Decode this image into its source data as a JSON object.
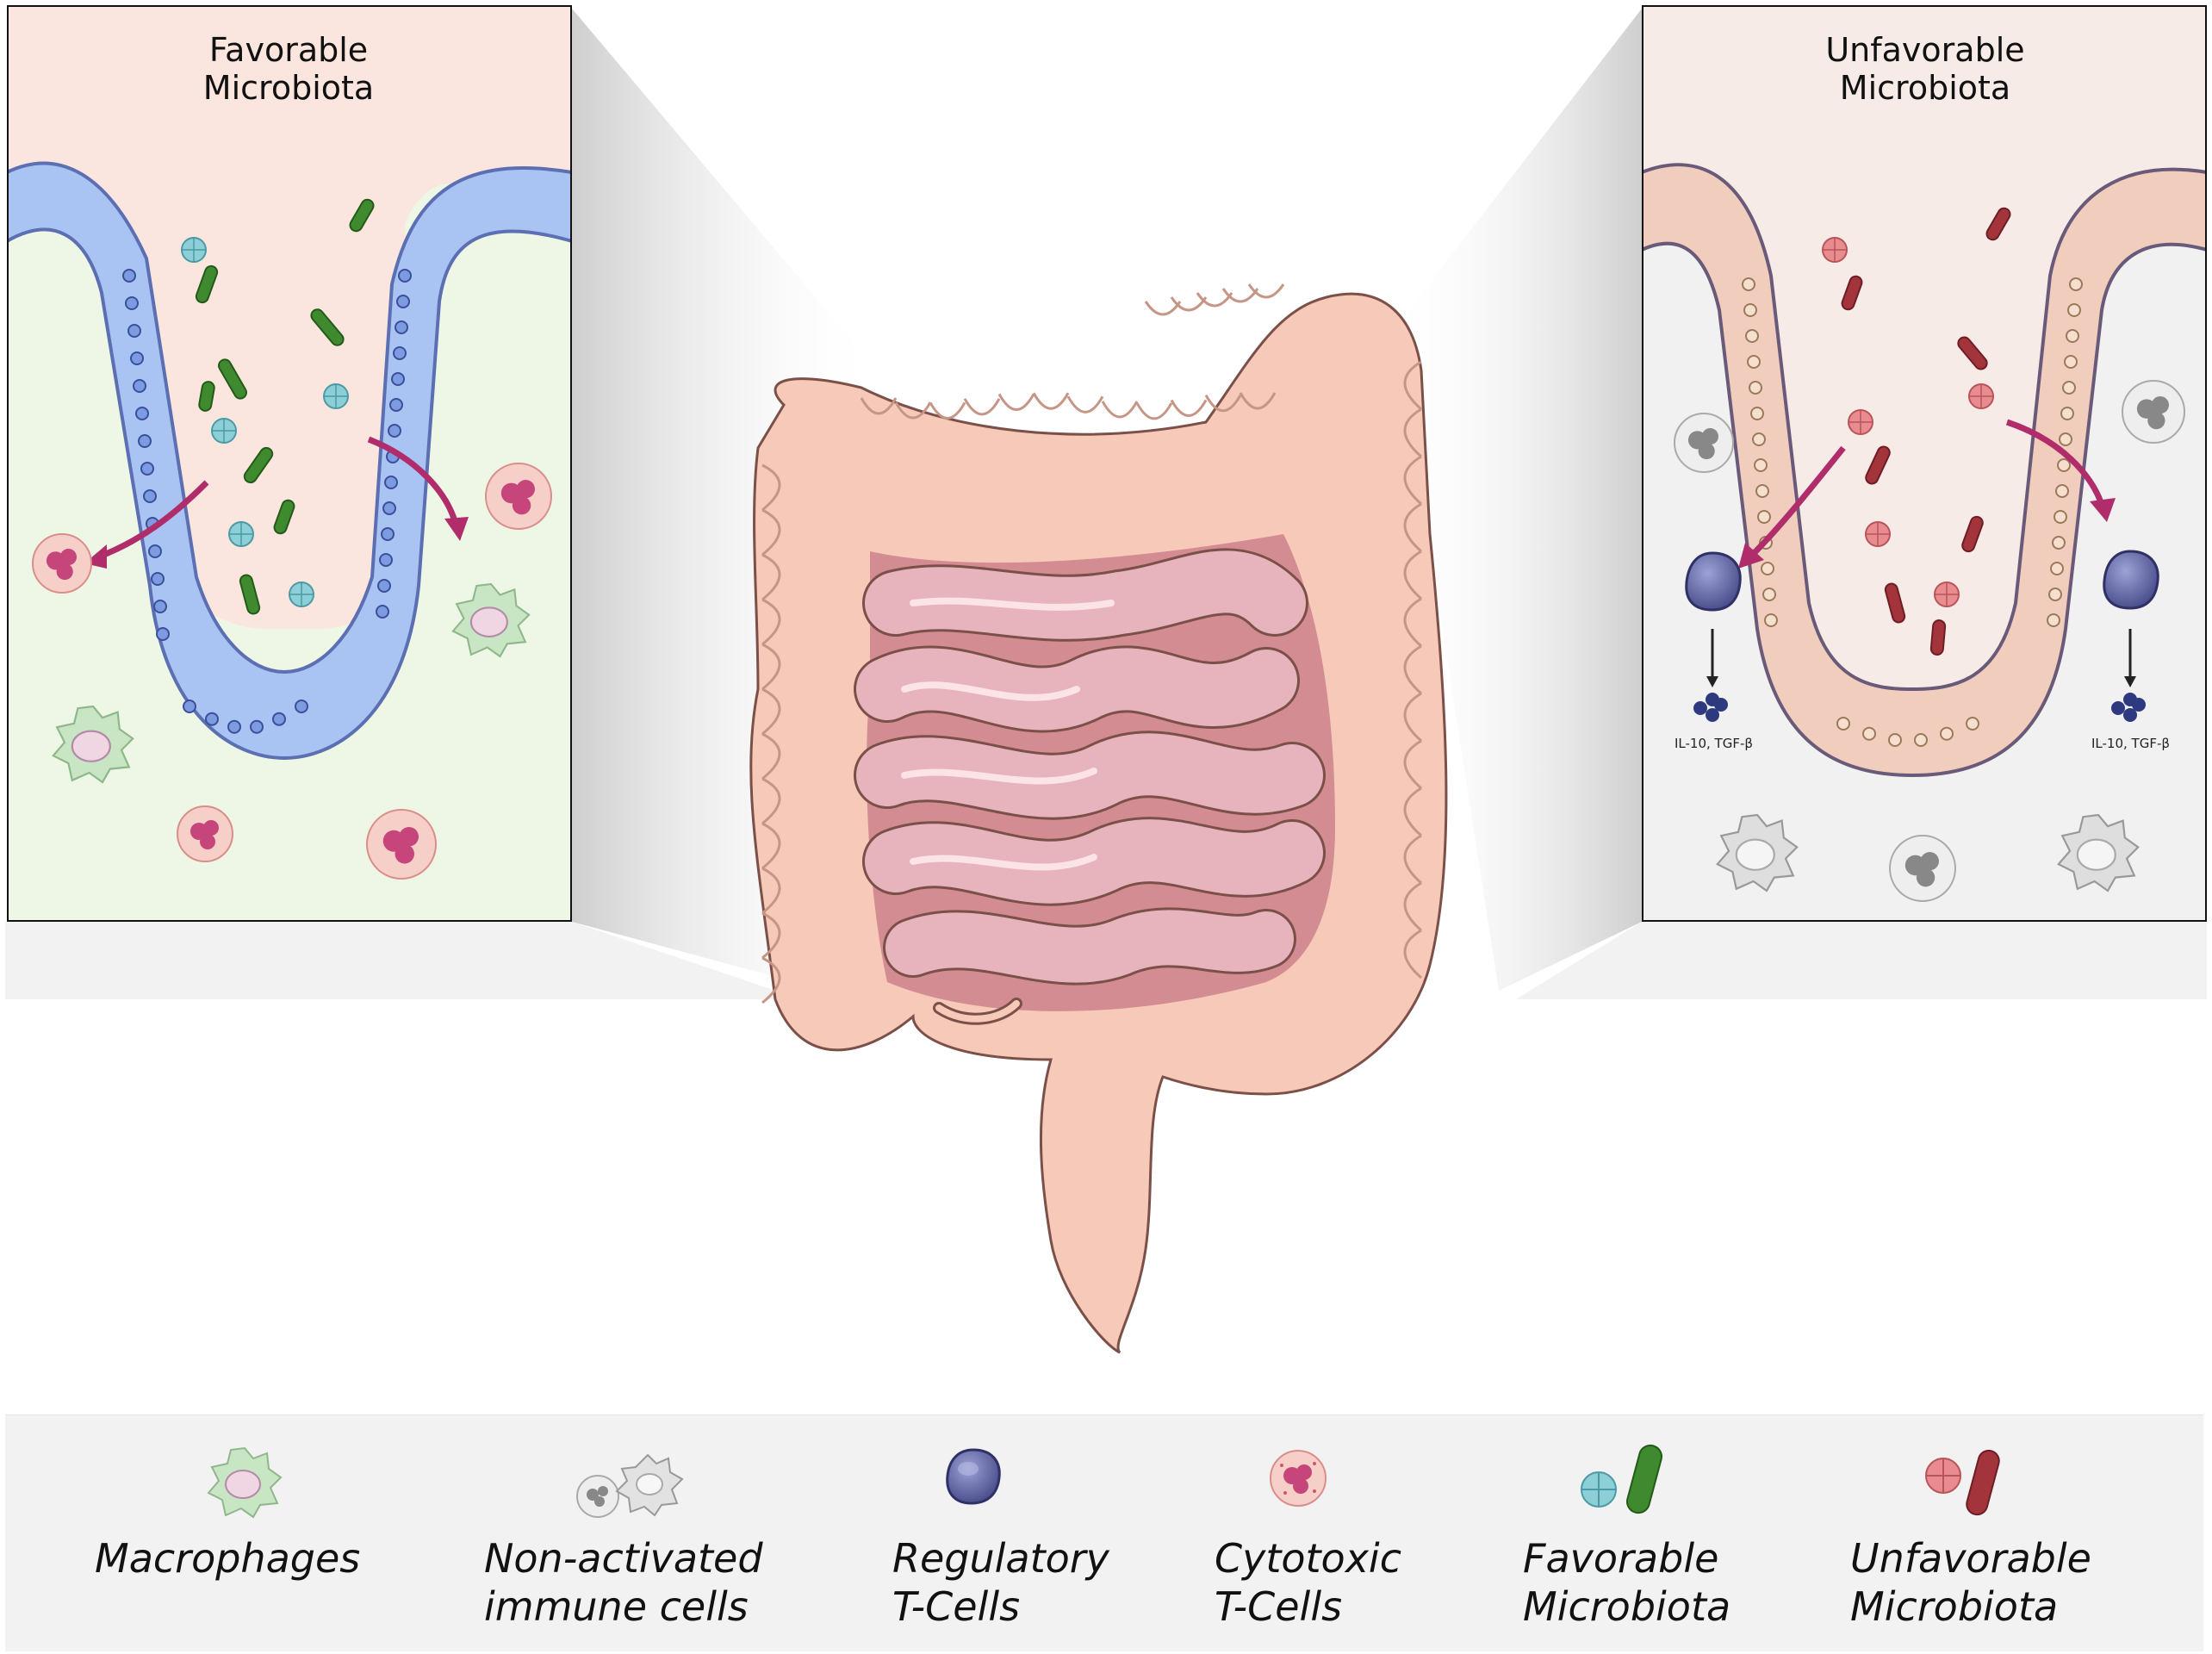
{
  "panels": {
    "left_title": "Favorable\nMicrobiota",
    "right_title": "Unfavorable\nMicrobiota",
    "cytokine_label": "IL-10, TGF-β"
  },
  "legend": [
    {
      "label": "Macrophages",
      "icon": "macrophage-icon"
    },
    {
      "label": "Non-activated\nimmune cells",
      "icon": "non-activated-cell-icon"
    },
    {
      "label": "Regulatory\nT-Cells",
      "icon": "regulatory-t-cell-icon"
    },
    {
      "label": "Cytotoxic\nT-Cells",
      "icon": "cytotoxic-t-cell-icon"
    },
    {
      "label": "Favorable\nMicrobiota",
      "icon": "favorable-bacteria-icon"
    },
    {
      "label": "Unfavorable\nMicrobiota",
      "icon": "unfavorable-bacteria-icon"
    }
  ],
  "colors": {
    "favorable_epithelium": "#a9c4f3",
    "unfavorable_epithelium": "#f1cdbd",
    "favorable_bacteria": "#3f8a2e",
    "favorable_cocci": "#8ccfd6",
    "unfavorable_bacteria": "#a3343c",
    "unfavorable_cocci": "#e98c8f",
    "regulatory_t_cell": "#5a5e9e",
    "arrow": "#b02c6a",
    "intestine": "#f6c9b8",
    "small_intestine": "#e7b3bd"
  }
}
